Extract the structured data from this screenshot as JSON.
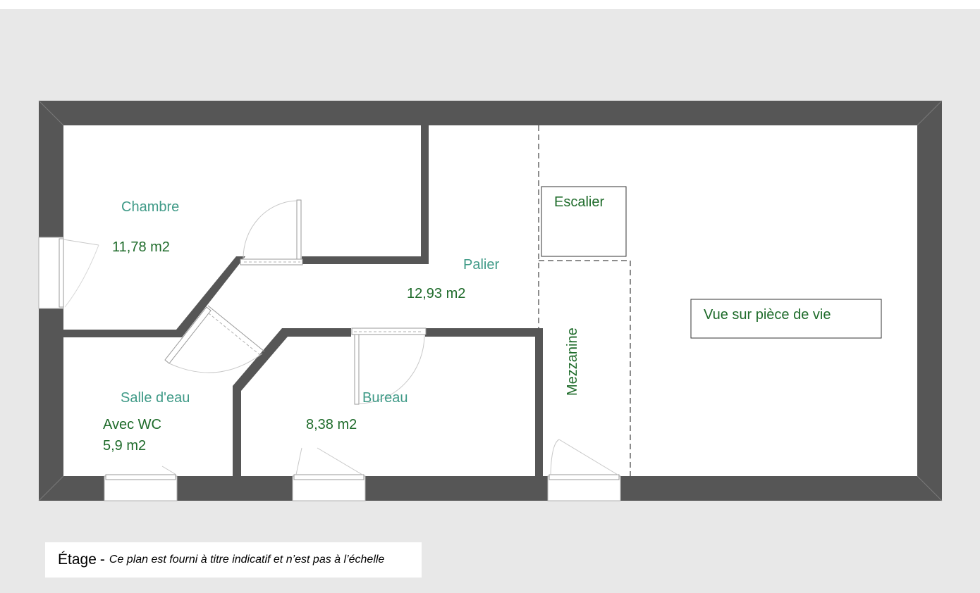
{
  "colors": {
    "background": "#e8e8e8",
    "wall": "#565656",
    "floor": "#ffffff",
    "room_label": "#3f9a87",
    "area_label": "#1e6b2a",
    "dashed_line": "#8c8c8c"
  },
  "rooms": {
    "chambre": {
      "name": "Chambre",
      "area": "11,78 m2"
    },
    "palier": {
      "name": "Palier",
      "area": "12,93 m2"
    },
    "salle_eau": {
      "name": "Salle d'eau",
      "note": "Avec WC",
      "area": "5,9 m2"
    },
    "bureau": {
      "name": "Bureau",
      "area": "8,38 m2"
    },
    "mezzanine": {
      "name": "Mezzanine"
    },
    "escalier": {
      "name": "Escalier"
    }
  },
  "annotations": {
    "view": "Vue sur pièce de vie"
  },
  "caption": {
    "title": "Étage",
    "separator": "-",
    "note": "Ce plan est fourni à titre indicatif et n’est pas à l’échelle"
  }
}
